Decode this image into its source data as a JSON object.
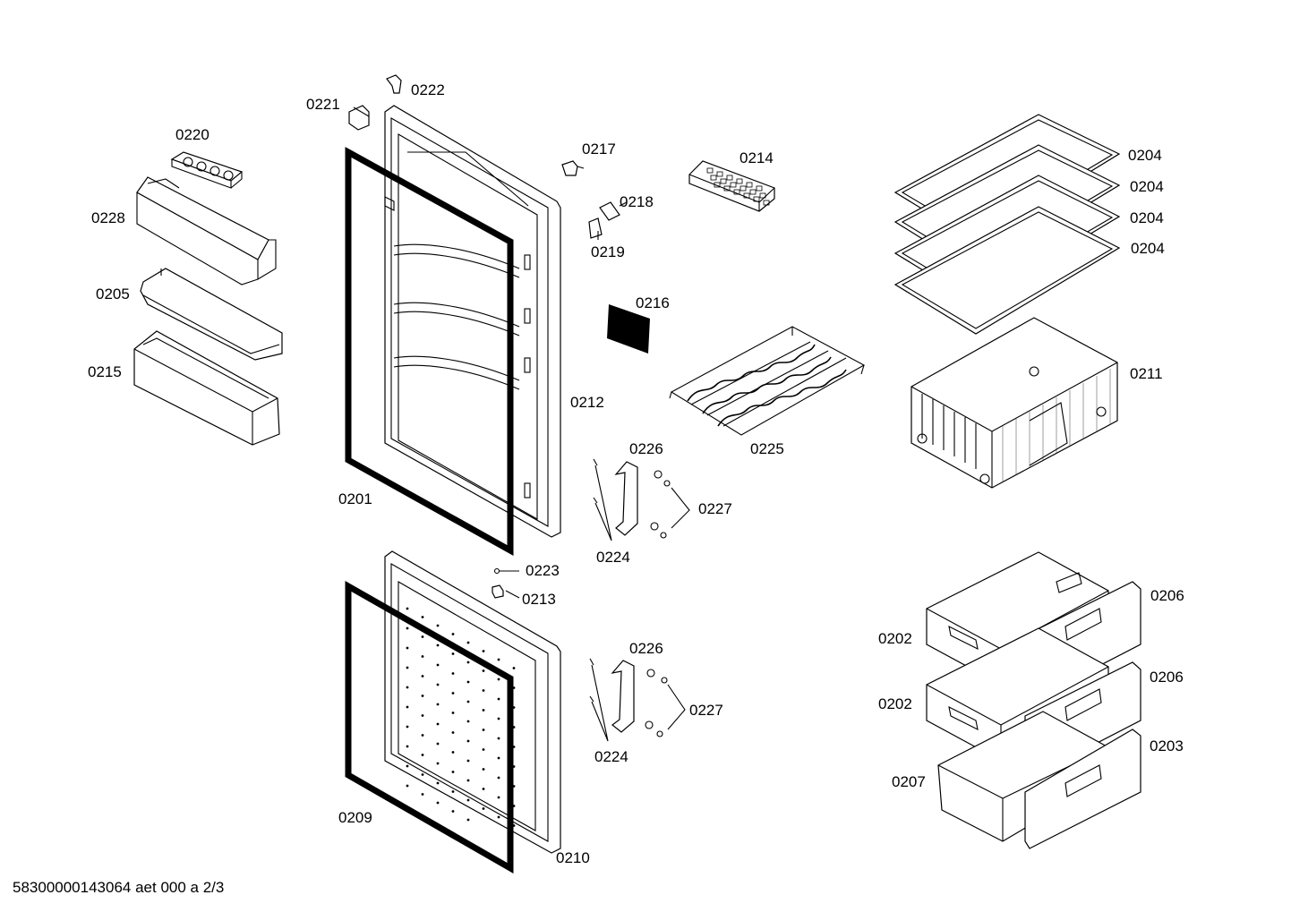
{
  "labels": [
    {
      "id": "0221",
      "text": "0221"
    },
    {
      "id": "0222",
      "text": "0222"
    },
    {
      "id": "0220",
      "text": "0220"
    },
    {
      "id": "0228",
      "text": "0228"
    },
    {
      "id": "0205",
      "text": "0205"
    },
    {
      "id": "0215",
      "text": "0215"
    },
    {
      "id": "0217",
      "text": "0217"
    },
    {
      "id": "0218",
      "text": "0218"
    },
    {
      "id": "0219",
      "text": "0219"
    },
    {
      "id": "0214",
      "text": "0214"
    },
    {
      "id": "0216",
      "text": "0216"
    },
    {
      "id": "0212",
      "text": "0212"
    },
    {
      "id": "0225",
      "text": "0225"
    },
    {
      "id": "0201",
      "text": "0201"
    },
    {
      "id": "0226a",
      "text": "0226"
    },
    {
      "id": "0227a",
      "text": "0227"
    },
    {
      "id": "0224a",
      "text": "0224"
    },
    {
      "id": "0223",
      "text": "0223"
    },
    {
      "id": "0213",
      "text": "0213"
    },
    {
      "id": "0226b",
      "text": "0226"
    },
    {
      "id": "0227b",
      "text": "0227"
    },
    {
      "id": "0224b",
      "text": "0224"
    },
    {
      "id": "0209",
      "text": "0209"
    },
    {
      "id": "0210",
      "text": "0210"
    },
    {
      "id": "0204a",
      "text": "0204"
    },
    {
      "id": "0204b",
      "text": "0204"
    },
    {
      "id": "0204c",
      "text": "0204"
    },
    {
      "id": "0204d",
      "text": "0204"
    },
    {
      "id": "0211",
      "text": "0211"
    },
    {
      "id": "0206a",
      "text": "0206"
    },
    {
      "id": "0206b",
      "text": "0206"
    },
    {
      "id": "0203",
      "text": "0203"
    },
    {
      "id": "0202a",
      "text": "0202"
    },
    {
      "id": "0202b",
      "text": "0202"
    },
    {
      "id": "0207",
      "text": "0207"
    }
  ],
  "footer": "58300000143064 aet 000 a 2/3"
}
